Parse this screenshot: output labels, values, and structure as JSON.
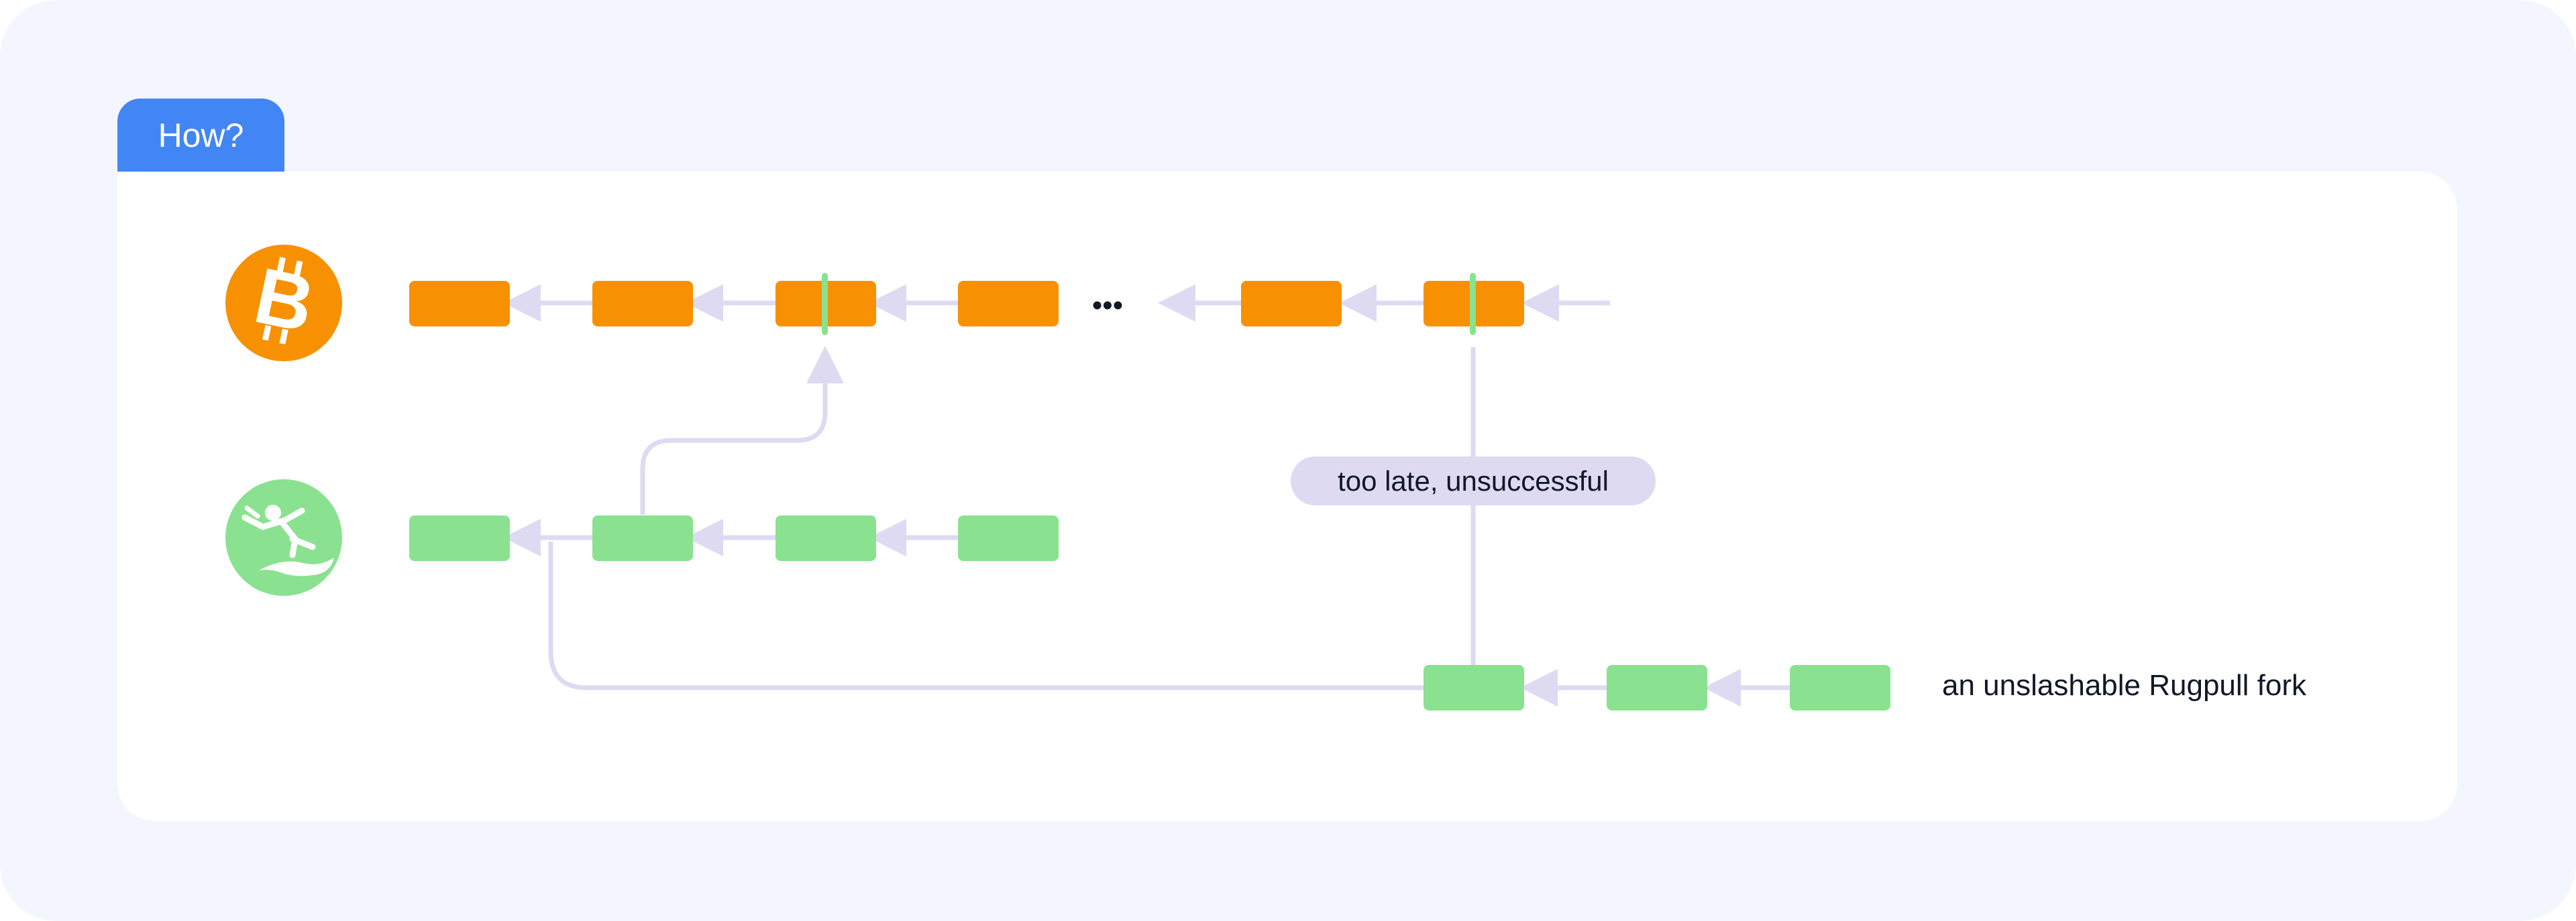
{
  "panel": {
    "tab_label": "How?"
  },
  "diagram": {
    "chains": [
      {
        "name": "bitcoin",
        "icon": "bitcoin-icon",
        "color": "#f79102"
      },
      {
        "name": "rugpull",
        "icon": "rugpull-figure-icon",
        "color": "#8ae290"
      }
    ],
    "ellipsis": "•••",
    "callout_label": "too late, unsuccessful",
    "fork_label": "an unslashable Rugpull fork"
  },
  "colors": {
    "background": "#f3f6fe",
    "tab": "#4286f5",
    "bitcoin_block": "#f79102",
    "rugpull_block": "#8ae290",
    "connector": "#dddaf2",
    "callout_fill": "#dddaf2",
    "checkpoint_marker": "#8ae290"
  }
}
